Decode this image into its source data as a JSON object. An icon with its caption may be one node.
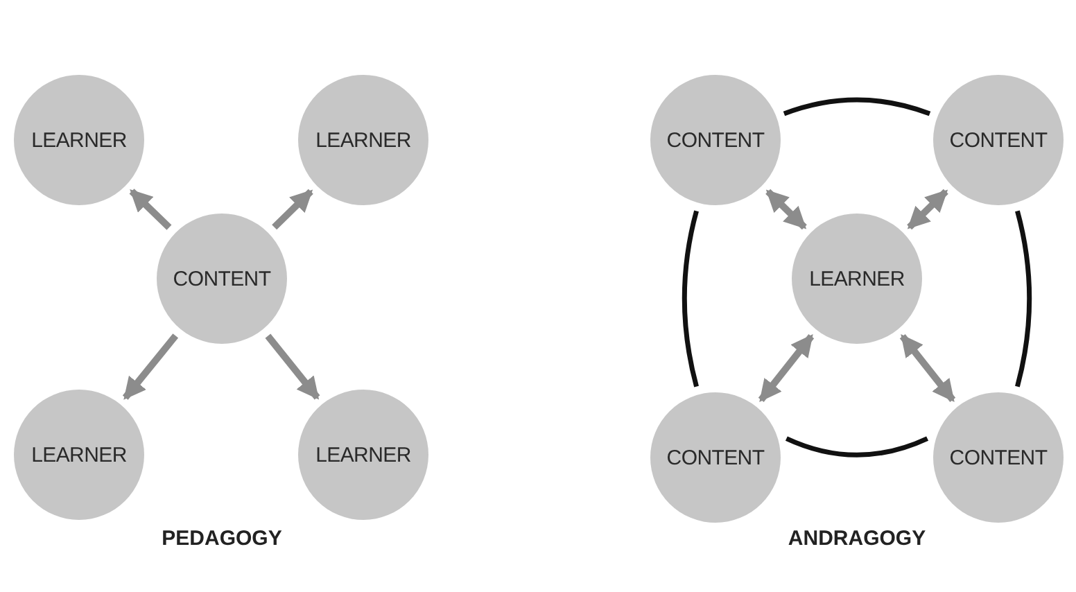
{
  "diagram": {
    "nodes": [
      {
        "text": [
          "LEARNER"
        ]
      },
      {
        "text": [
          "LEARNER"
        ]
      },
      {
        "text": [
          "CONTENT"
        ]
      },
      {
        "text": [
          "LEARNER"
        ]
      },
      {
        "text": [
          "LEARNER"
        ]
      },
      {
        "text": [
          "CONTENT"
        ]
      },
      {
        "text": [
          "CONTENT"
        ]
      },
      {
        "text": [
          "LEARNER"
        ]
      },
      {
        "text": [
          "CONTENT"
        ]
      },
      {
        "text": [
          "CONTENT"
        ]
      }
    ],
    "edges": [
      {
        "from": 2,
        "to": 0,
        "arrow": "to"
      },
      {
        "from": 2,
        "to": 1,
        "arrow": "to"
      },
      {
        "from": 2,
        "to": 3,
        "arrow": "to"
      },
      {
        "from": 2,
        "to": 4,
        "arrow": "to"
      },
      {
        "from": 7,
        "to": 5,
        "arrow": "both"
      },
      {
        "from": 7,
        "to": 6,
        "arrow": "both"
      },
      {
        "from": 7,
        "to": 8,
        "arrow": "both"
      },
      {
        "from": 7,
        "to": 9,
        "arrow": "both"
      },
      {
        "from": 5,
        "to": 6,
        "arrow": "none",
        "color": "#111111"
      },
      {
        "from": 5,
        "to": 8,
        "arrow": "none",
        "color": "#111111"
      },
      {
        "from": 6,
        "to": 9,
        "arrow": "none",
        "color": "#111111"
      },
      {
        "from": 8,
        "to": 9,
        "arrow": "none",
        "color": "#111111"
      }
    ],
    "labels": [
      "PEDAGOGY",
      "ANDRAGOGY"
    ]
  }
}
